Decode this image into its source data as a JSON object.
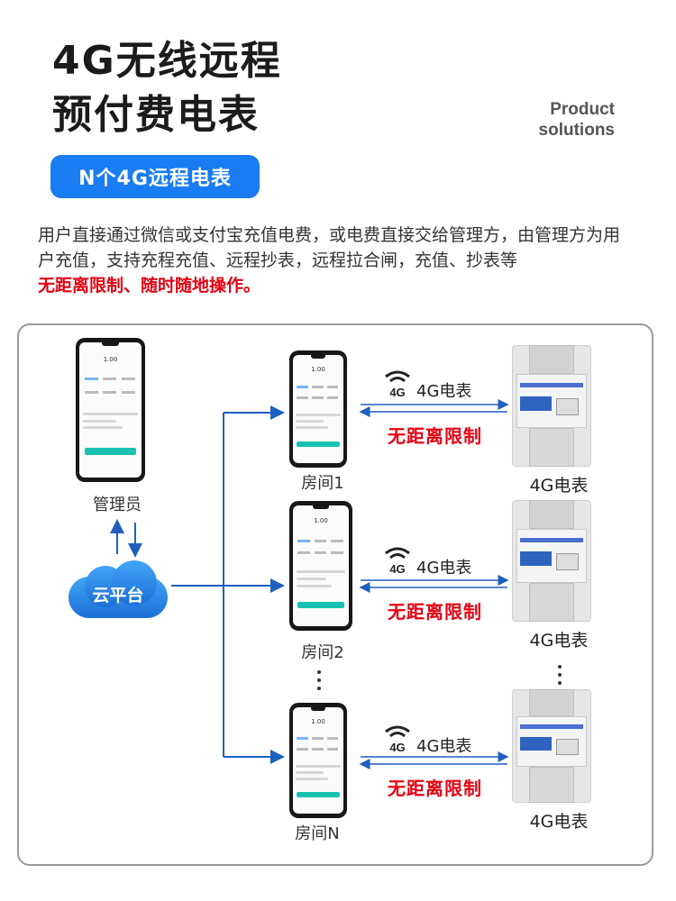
{
  "header": {
    "title_line1": "4G无线远程",
    "title_line2": "预付费电表",
    "product_line1": "Product",
    "product_line2": "solutions",
    "badge": "N个4G远程电表"
  },
  "description": {
    "text": "用户直接通过微信或支付宝充值电费，或电费直接交给管理方，由管理方为用户充值，支持充程充值、远程抄表，远程拉合闸，充值、抄表等",
    "highlight": "无距离限制、随时随地操作。"
  },
  "diagram": {
    "admin_label": "管理员",
    "cloud_label": "云平台",
    "phone_balance": "1.00",
    "rooms": [
      {
        "room_label": "房间1",
        "signal_label": "4G电表",
        "limit_label": "无距离限制",
        "meter_label": "4G电表"
      },
      {
        "room_label": "房间2",
        "signal_label": "4G电表",
        "limit_label": "无距离限制",
        "meter_label": "4G电表"
      },
      {
        "room_label": "房间N",
        "signal_label": "4G电表",
        "limit_label": "无距离限制",
        "meter_label": "4G电表"
      }
    ],
    "signal_icon": "4G-wifi-signal-icon",
    "colors": {
      "accent": "#1a7cf3",
      "arrow": "#1f5fbf",
      "limit_red": "#e60012",
      "frame": "#9a9a9a"
    }
  }
}
